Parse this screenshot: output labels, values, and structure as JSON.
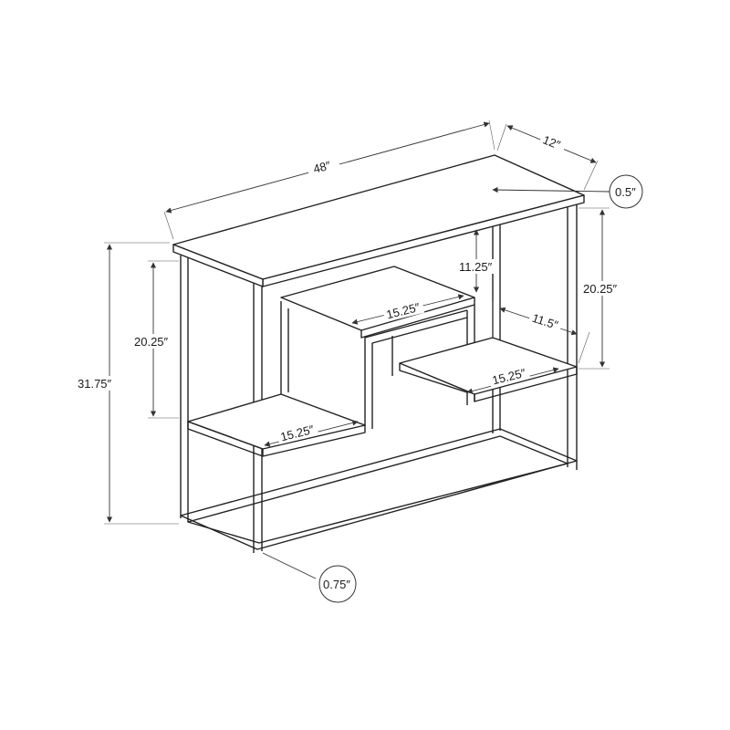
{
  "dimensions": {
    "width": "48″",
    "depth": "12″",
    "top_thickness": "0.5″",
    "height": "31.75″",
    "left_opening_height": "20.25″",
    "right_opening_height": "20.25″",
    "upper_gap_height": "11.25″",
    "center_shelf_width": "15.25″",
    "right_shelf_depth": "11.5″",
    "right_shelf_width": "15.25″",
    "left_shelf_width": "15.25″",
    "leg_size": "0.75″"
  }
}
